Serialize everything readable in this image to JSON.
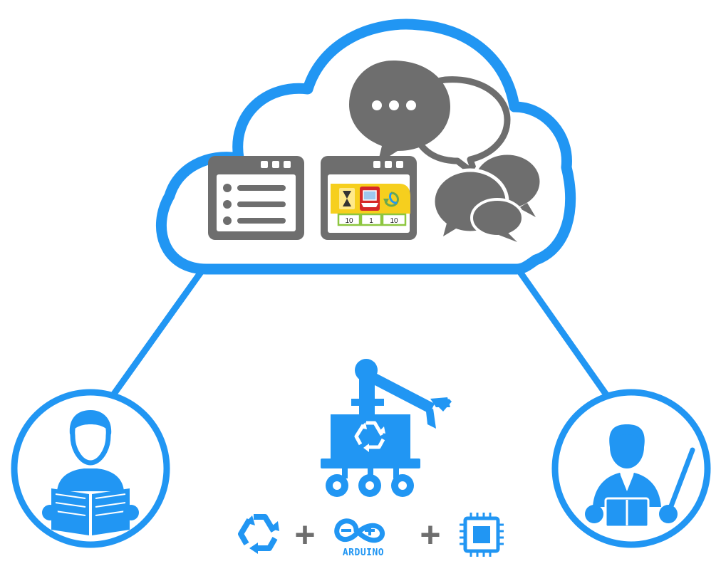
{
  "colors": {
    "blue": "#2196f3",
    "gray": "#6e6e6e",
    "dark_gray": "#555555",
    "yellow": "#f6cf1e",
    "red": "#d62828",
    "green_border": "#8dc63f",
    "white": "#ffffff"
  },
  "icons": [
    "chat-bubbles-icon",
    "list-window-icon",
    "program-window-icon",
    "hourglass-icon",
    "laptop-icon",
    "cycle-icon",
    "conversation-icon",
    "student-reading-icon",
    "robot-arm-icon",
    "recycle-icon",
    "plus-icon",
    "arduino-logo",
    "microchip-icon",
    "teacher-pointer-icon"
  ],
  "cloud": {
    "program_window": {
      "block_values": [
        "10",
        "1",
        "10"
      ]
    }
  },
  "bottom_row": {
    "plus_symbol": "+",
    "arduino_label": "ARDUINO"
  }
}
